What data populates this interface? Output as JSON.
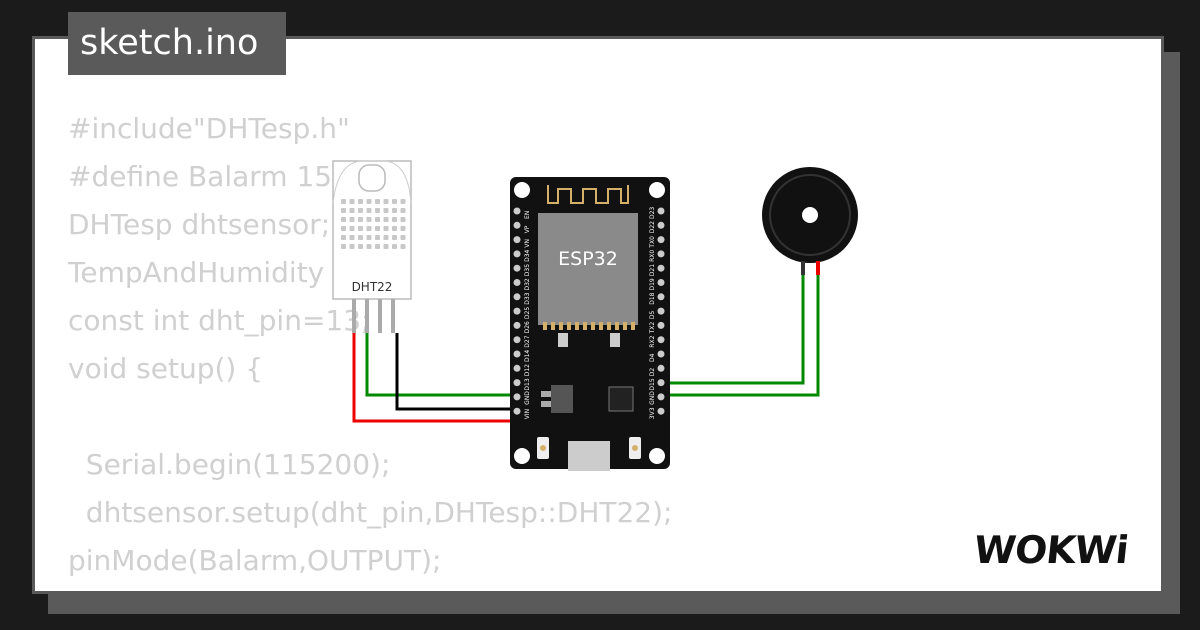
{
  "file_tab": {
    "label": "sketch.ino"
  },
  "code_lines": [
    "#include\"DHTesp.h\"",
    "#define Balarm 15",
    "DHTesp dhtsensor;",
    "TempAndHumidity data;",
    "const int dht_pin=13;",
    "void setup() {",
    "",
    "  Serial.begin(115200);",
    "  dhtsensor.setup(dht_pin,DHTesp::DHT22);",
    "pinMode(Balarm,OUTPUT);",
    "}"
  ],
  "components": {
    "dht22_label": "DHT22",
    "esp32_label": "ESP32",
    "esp32_left_pins": [
      "EN",
      "VP",
      "VN",
      "D34",
      "D35",
      "D32",
      "D33",
      "D25",
      "D26",
      "D27",
      "D14",
      "D12",
      "D13",
      "GND",
      "VIN"
    ],
    "esp32_right_pins": [
      "D23",
      "D22",
      "TX0",
      "RX0",
      "D21",
      "D19",
      "D18",
      "D5",
      "TX2",
      "RX2",
      "D4",
      "D2",
      "D15",
      "GND",
      "3V3"
    ],
    "buzzer": "buzzer-icon"
  },
  "logo": {
    "text": "WOKWi"
  },
  "colors": {
    "background": "#1b1b1b",
    "card": "#ffffff",
    "tag": "#5a5a5a",
    "code_text": "#d0d0d0",
    "wire_green": "#008800",
    "wire_black": "#000000",
    "wire_red": "#ee0000",
    "board": "#111111"
  }
}
